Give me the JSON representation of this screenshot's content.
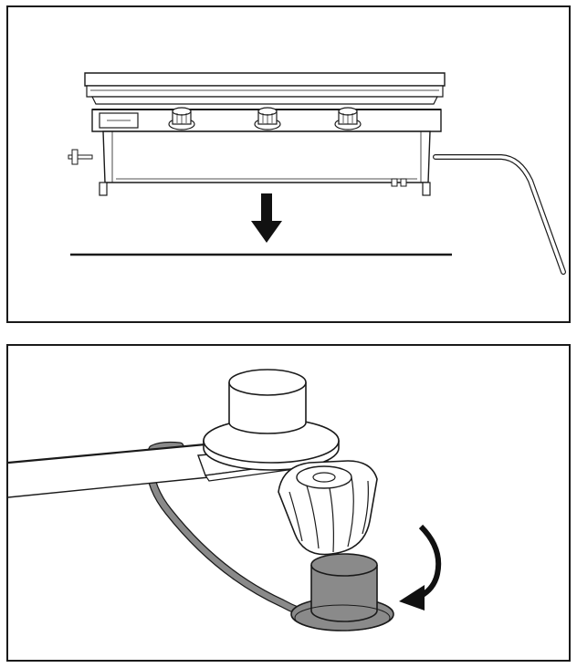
{
  "figure": {
    "panels": [
      {
        "id": "top",
        "depicts": "griddle-lowered-onto-surface"
      },
      {
        "id": "bottom",
        "depicts": "regulator-knob-rotation-detail"
      }
    ]
  },
  "colors": {
    "line": "#1a1a1a",
    "shade": "#8a8a8a",
    "background": "#ffffff"
  },
  "icons": [
    "down-arrow-icon",
    "curved-arrow-icon"
  ]
}
